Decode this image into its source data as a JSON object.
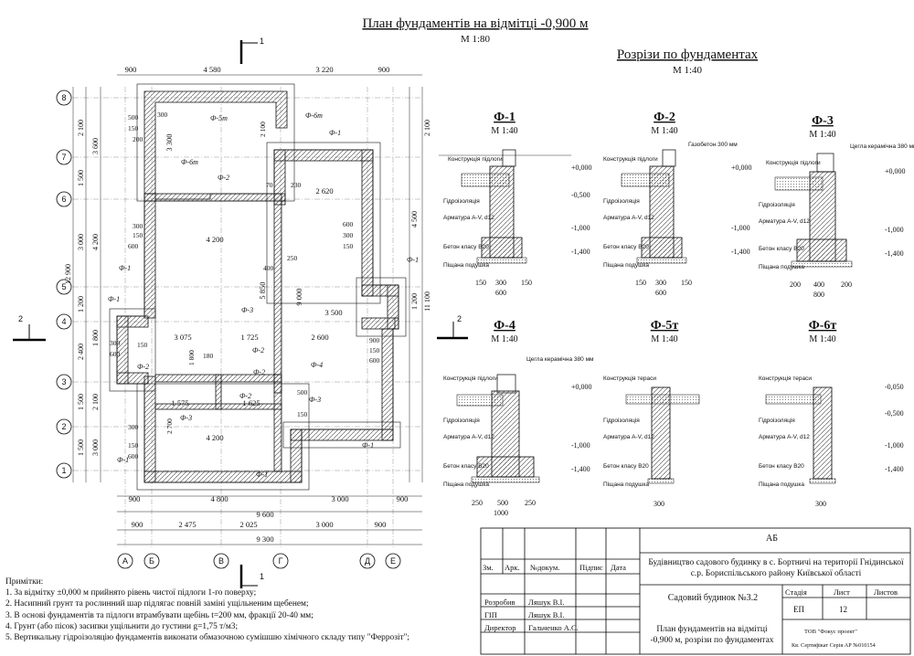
{
  "plan": {
    "title": "План фундаментів на відмітці -0,900 м",
    "scale": "М 1:80",
    "section_marks": [
      "1",
      "1",
      "2",
      "2"
    ],
    "axes_letters": [
      "А",
      "Б",
      "В",
      "Г",
      "Д",
      "Е"
    ],
    "axes_numbers": [
      "1",
      "2",
      "3",
      "4",
      "5",
      "6",
      "7",
      "8"
    ],
    "top_dims": [
      "900",
      "4 580",
      "3 220",
      "900"
    ],
    "bottom_dims_1": [
      "900",
      "4 800",
      "3 000",
      "900"
    ],
    "bottom_dims_2": [
      "9 600"
    ],
    "bottom_dims_3": [
      "900",
      "2 475",
      "2 025",
      "3 000",
      "900"
    ],
    "bottom_dims_4": [
      "9 300"
    ],
    "left_dims": [
      "2 100",
      "3 600",
      "1 500",
      "12 900",
      "3 000",
      "4 200",
      "1 200",
      "1 800",
      "2 400",
      "2 100",
      "1 500",
      "1 500",
      "3 000"
    ],
    "right_dims": [
      "2 100",
      "4 500",
      "11 100",
      "1 200"
    ],
    "room_dims": [
      "4 200",
      "3 500",
      "2 620",
      "3 075",
      "1 725",
      "2 600",
      "4 200",
      "1 575",
      "1 625",
      "5 850",
      "9 000",
      "3 300"
    ],
    "small_dims": [
      "300",
      "150",
      "600",
      "500",
      "200",
      "2 100",
      "250",
      "400",
      "900",
      "180",
      "230",
      "70",
      "1 800",
      "2 700",
      "150"
    ],
    "labels": [
      "Ф-1",
      "Ф-2",
      "Ф-3",
      "Ф-4",
      "Ф-5т",
      "Ф-6т"
    ]
  },
  "sections": {
    "title": "Розрізи по фундаментах",
    "scale": "М 1:40",
    "items": [
      {
        "name": "Ф-1",
        "scale": "М 1:40",
        "material": "",
        "levels": [
          "+0,000",
          "-0,500",
          "-1,000",
          "-1,400"
        ],
        "widths": [
          "150",
          "300",
          "150",
          "600"
        ]
      },
      {
        "name": "Ф-2",
        "scale": "М 1:40",
        "material": "Газобетон 300 мм",
        "levels": [
          "+0,000",
          "-1,000",
          "-1,400"
        ],
        "widths": [
          "150",
          "300",
          "150",
          "600"
        ]
      },
      {
        "name": "Ф-3",
        "scale": "М 1:40",
        "material": "Цегла керамічна 380 мм",
        "levels": [
          "+0,000",
          "-1,000",
          "-1,400"
        ],
        "widths": [
          "200",
          "400",
          "200",
          "800"
        ]
      },
      {
        "name": "Ф-4",
        "scale": "М 1:40",
        "material": "Цегла керамічна 380 мм",
        "levels": [
          "+0,000",
          "-1,000",
          "-1,400"
        ],
        "widths": [
          "250",
          "500",
          "250",
          "1000"
        ]
      },
      {
        "name": "Ф-5т",
        "scale": "М 1:40",
        "material": "",
        "levels": [],
        "widths": [
          "300"
        ]
      },
      {
        "name": "Ф-6т",
        "scale": "М 1:40",
        "material": "",
        "levels": [
          "-0,050",
          "-0,500",
          "-1,000",
          "-1,400"
        ],
        "widths": [
          "300"
        ]
      }
    ],
    "callouts": {
      "floor": "Конструкція підлоги",
      "terrace": "Конструкція тераси",
      "waterproof": "Гідроізоляція",
      "rebar": "Арматура А-V, d12",
      "concrete": "Бетон класу В20",
      "sand": "Піщана подушка"
    }
  },
  "notes": {
    "title": "Примітки:",
    "items": [
      "1. За відмітку  ±0,000 м прийнято рівень чистої підлоги 1-го  поверху;",
      "2. Насипний грунт та рослинний шар підлягає повній заміні ущільненим     щебенем;",
      "3. В основі фундаментів та підлоги втрамбувати щебінь t=200 мм,   фракції 20-40 мм;",
      "4. Грунт (або пісок) засипки ущільнити до густини g=1,75 т/м3;",
      "5. Вертикальну гідроізоляцію фундаментів виконати обмазочною сумішшю хімічного складу типу \"Феррозіт\";"
    ]
  },
  "title_block": {
    "code": "АБ",
    "project": "Будівництво садового будинку в с. Бортничі на території Гнідинської с.р. Бориспільського району Київської області",
    "headers": [
      "Зм.",
      "Арк.",
      "№докум.",
      "Підпис",
      "Дата"
    ],
    "object": "Садовий будинок №3.2",
    "stage_h": "Стадія",
    "sheet_h": "Лист",
    "sheets_h": "Листов",
    "stage": "ЕП",
    "sheet": "12",
    "sheets": "",
    "drawing": "План фундаментів на відмітці -0,900 м, розрізи по фундаментах",
    "company": "ТОВ \"Фокус проект\"",
    "cert": "Кв. Сертифікат Серія АР №010154",
    "people": [
      {
        "role": "Розробив",
        "name": "Ляшук В.І."
      },
      {
        "role": "ГІП",
        "name": "Ляшук В.І."
      },
      {
        "role": "Директор",
        "name": "Гальченко А.С."
      }
    ]
  }
}
